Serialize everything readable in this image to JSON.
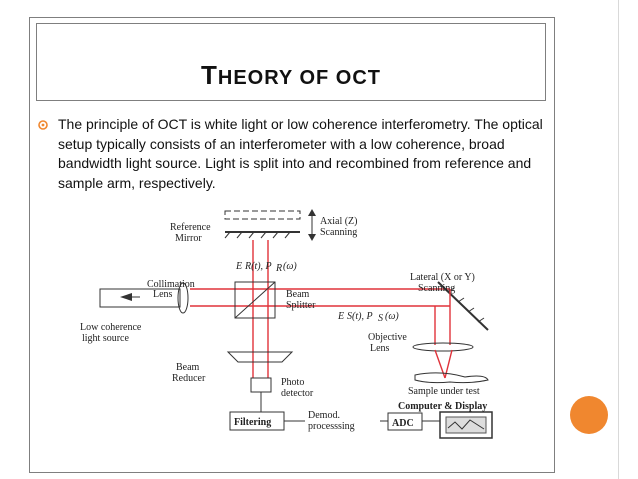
{
  "slide": {
    "title_first": "T",
    "title_rest": "HEORY OF OCT",
    "bullet_text": "The principle of OCT is white light or low coherence interferometry. The optical setup typically consists of an interferometer with a low coherence, broad bandwidth light source. Light is split into and recombined from reference and sample arm, respectively."
  },
  "diagram": {
    "labels": {
      "reference_mirror_1": "Reference",
      "reference_mirror_2": "Mirror",
      "axial_1": "Axial (Z)",
      "axial_2": "Scanning",
      "er": "E",
      "collimation_1": "Collimation",
      "collimation_2": "Lens",
      "beam_splitter_1": "Beam",
      "beam_splitter_2": "Splitter",
      "lateral_1": "Lateral (X or Y)",
      "lateral_2": "Scanning",
      "low_coherence_1": "Low coherence",
      "low_coherence_2": "light source",
      "objective_1": "Objective",
      "objective_2": "Lens",
      "beam_reducer_1": "Beam",
      "beam_reducer_2": "Reducer",
      "photo_1": "Photo",
      "photo_2": "detector",
      "sample": "Sample under test",
      "computer": "Computer & Display",
      "filtering": "Filtering",
      "demod_1": "Demod.",
      "demod_2": "processsing",
      "adc": "ADC",
      "er_label": "E",
      "es_label": "E"
    },
    "colors": {
      "beam": "#e0323a",
      "line": "#333333",
      "accent": "#f0872f"
    }
  }
}
